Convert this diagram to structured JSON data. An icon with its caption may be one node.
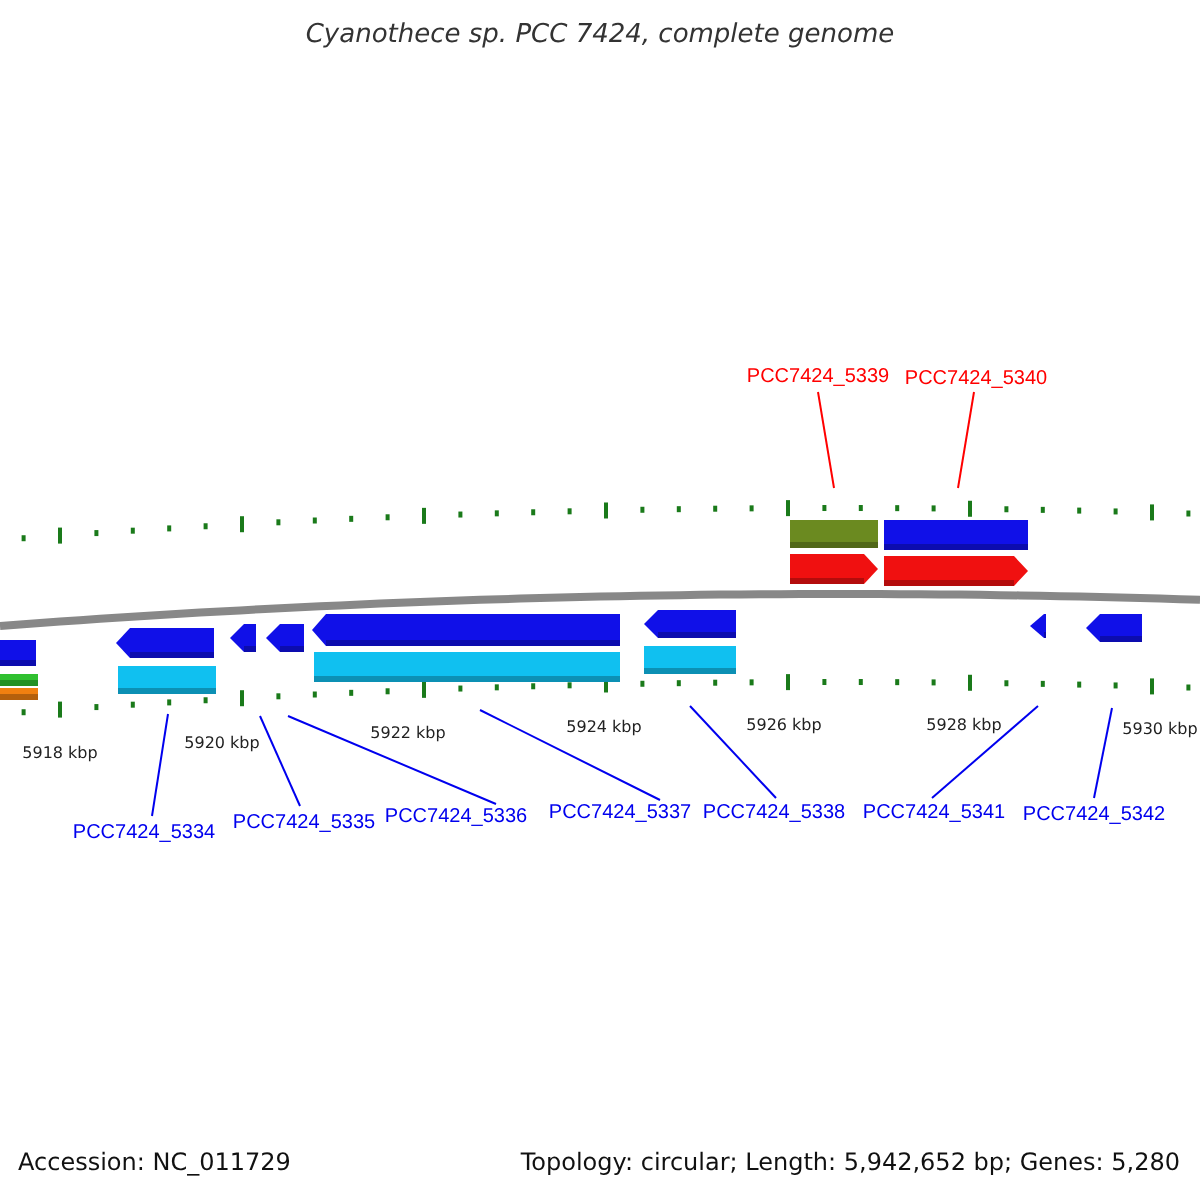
{
  "diagram": {
    "title": "Cyanothece sp. PCC 7424, complete genome",
    "nodes": [
      {
        "text": [
          "PCC7424_5339"
        ]
      },
      {
        "text": [
          "PCC7424_5340"
        ]
      },
      {
        "text": [
          "PCC7424_5334"
        ]
      },
      {
        "text": [
          "PCC7424_5335"
        ]
      },
      {
        "text": [
          "PCC7424_5336"
        ]
      },
      {
        "text": [
          "PCC7424_5337"
        ]
      },
      {
        "text": [
          "PCC7424_5338"
        ]
      },
      {
        "text": [
          "PCC7424_5341"
        ]
      },
      {
        "text": [
          "PCC7424_5342"
        ]
      }
    ],
    "edges": [
      {
        "from": 0,
        "to": null,
        "arrow": "none",
        "color": "#ff0000"
      },
      {
        "from": 1,
        "to": null,
        "arrow": "none",
        "color": "#ff0000"
      },
      {
        "from": 2,
        "to": null,
        "arrow": "none"
      },
      {
        "from": 3,
        "to": null,
        "arrow": "none"
      },
      {
        "from": 4,
        "to": null,
        "arrow": "none"
      },
      {
        "from": 5,
        "to": null,
        "arrow": "none"
      },
      {
        "from": 6,
        "to": null,
        "arrow": "none"
      },
      {
        "from": 7,
        "to": null,
        "arrow": "none"
      },
      {
        "from": 8,
        "to": null,
        "arrow": "none"
      }
    ],
    "labels": [
      "5918 kbp",
      "5920 kbp",
      "5922 kbp",
      "5924 kbp",
      "5926 kbp",
      "5928 kbp",
      "5930 kbp",
      "Accession: NC_011729",
      "Topology: circular; Length: 5,942,652 bp; Genes: 5,280"
    ]
  }
}
